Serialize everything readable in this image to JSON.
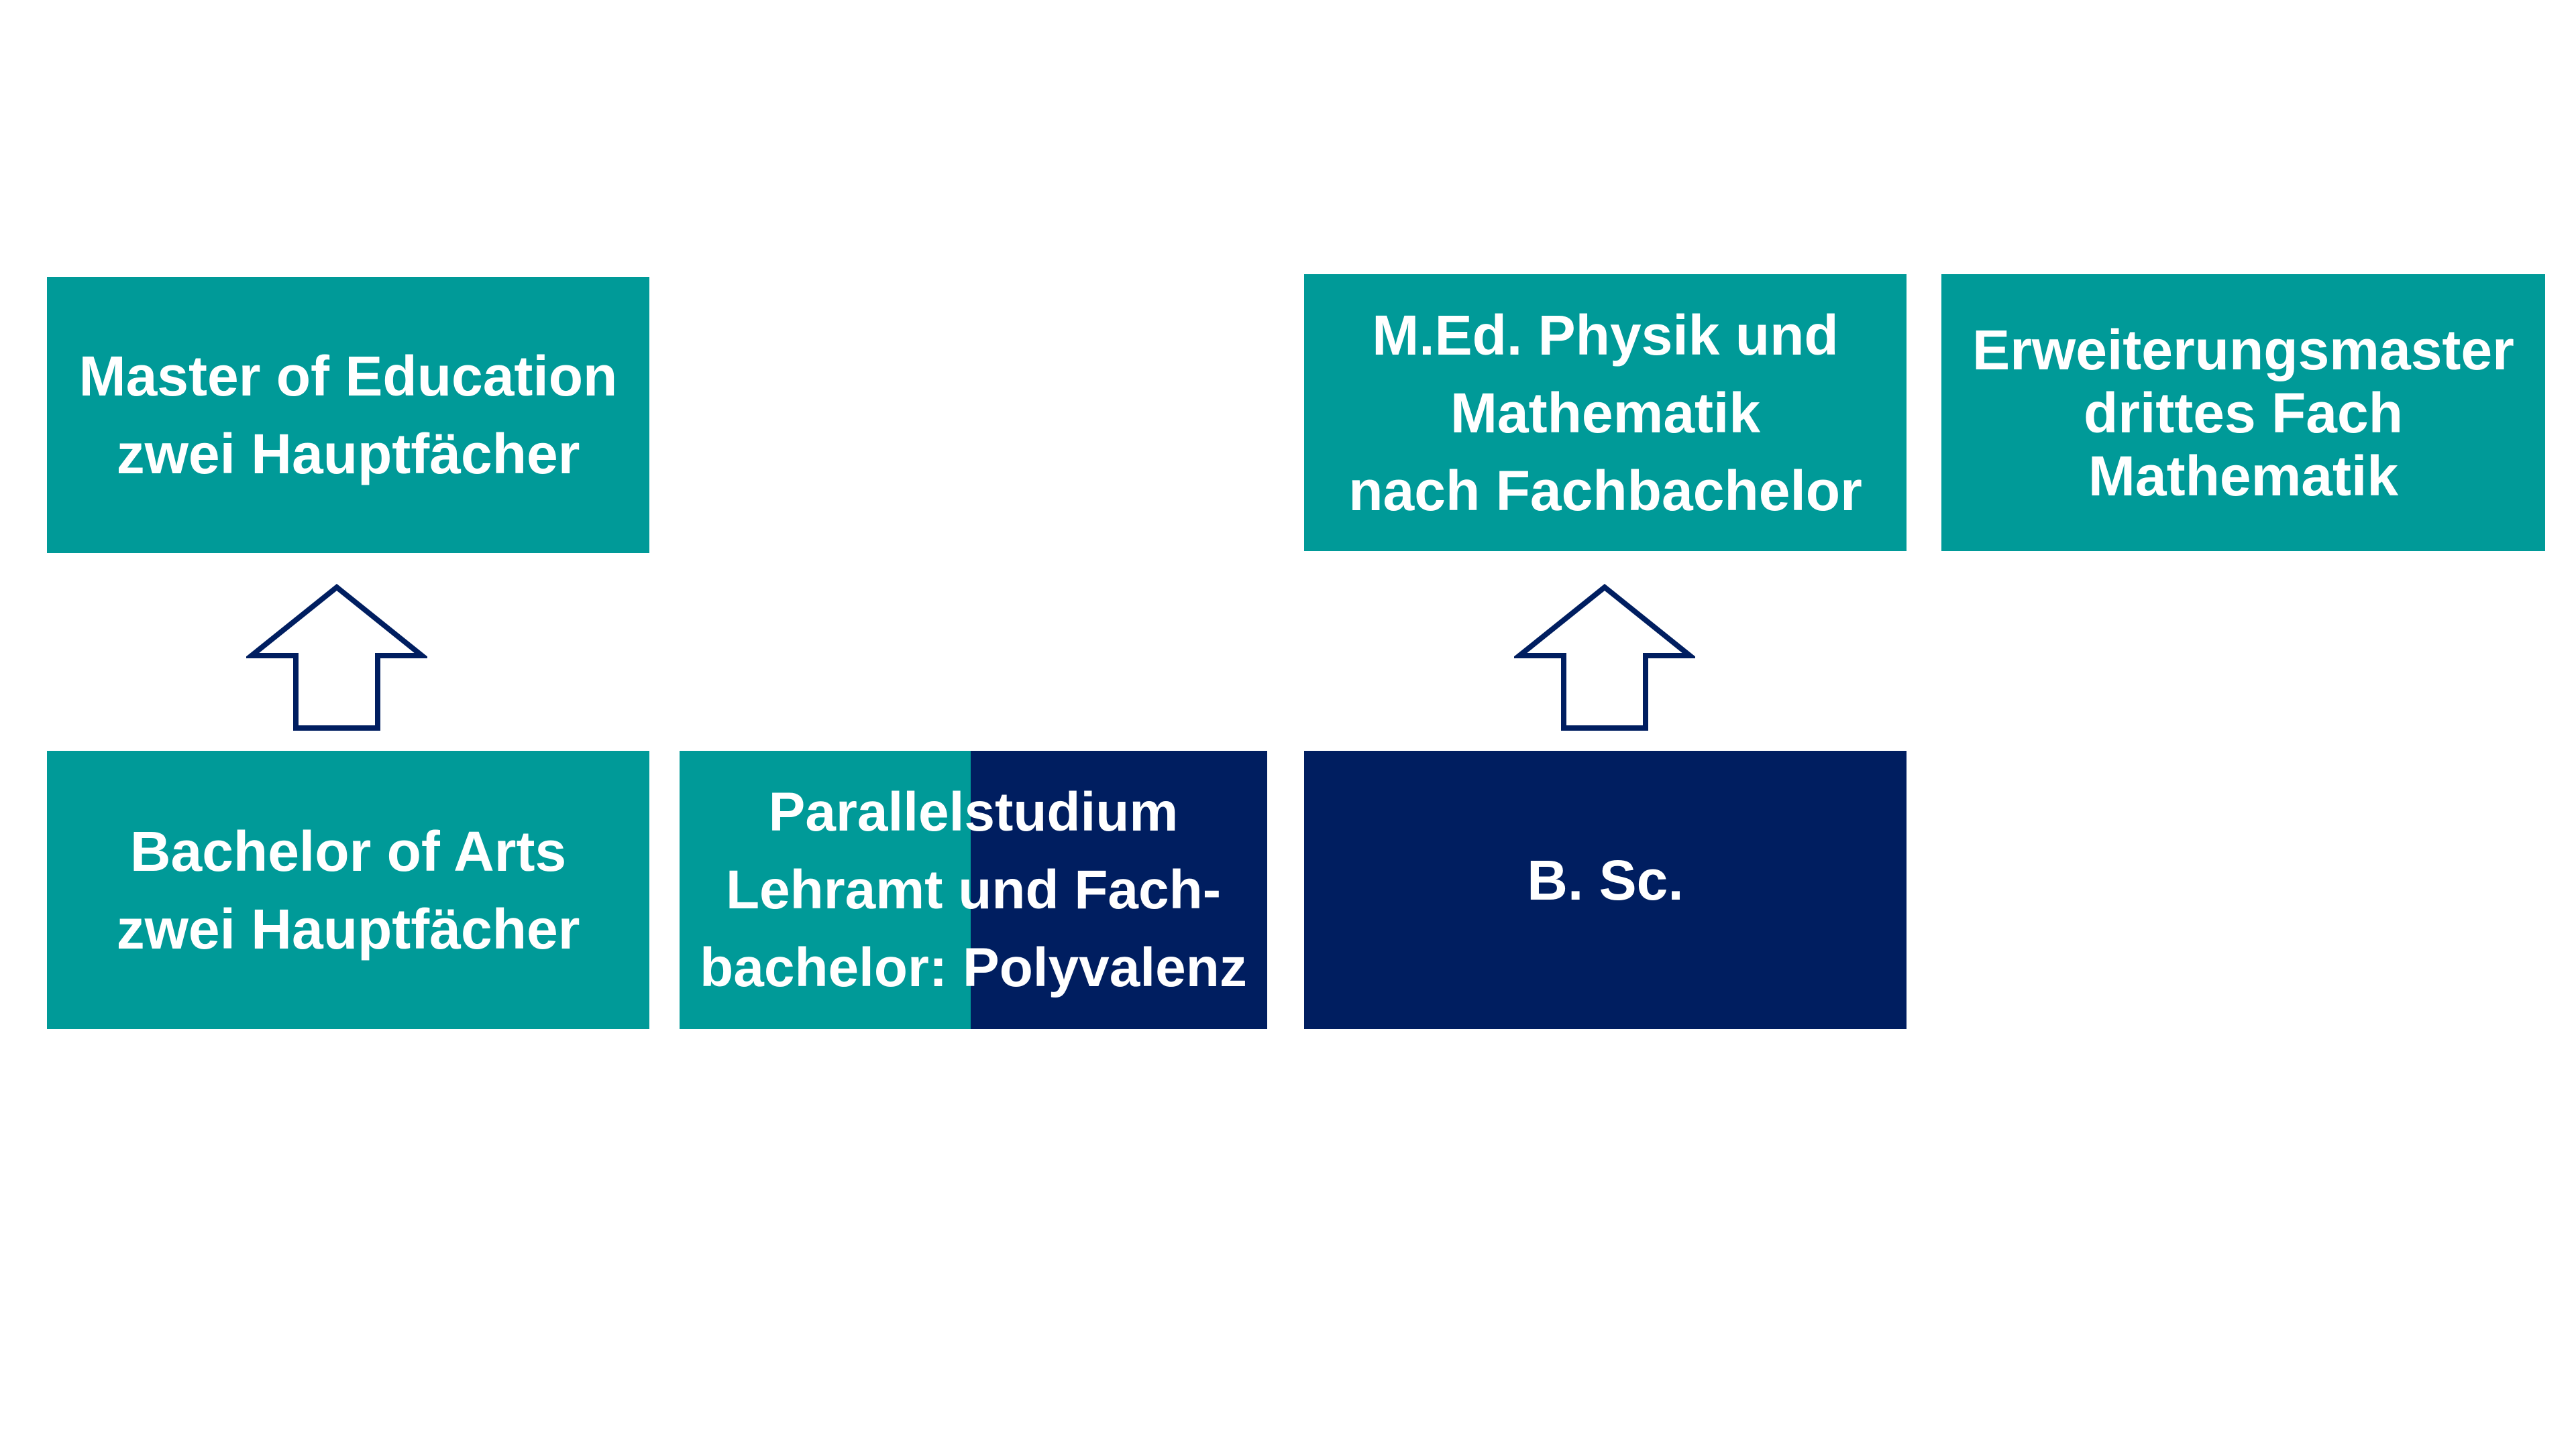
{
  "diagram": {
    "master_education": "Master of Education\nzwei Hauptfächer",
    "med_physik": "M.Ed. Physik und\nMathematik\nnach Fachbachelor",
    "erweiterungsmaster": "Erweiterungsmaster\ndrittes Fach\nMathematik",
    "bachelor_arts": "Bachelor of Arts\nzwei Hauptfächer",
    "parallelstudium": "Parallelstudium\nLehramt und Fach-\nbachelor: Polyvalenz",
    "bsc": "B. Sc."
  },
  "colors": {
    "teal": "#009a98",
    "navy": "#001e60",
    "arrow_outline": "#001e60"
  },
  "icons": {
    "arrow_left": "arrow-up-outline-icon",
    "arrow_right": "arrow-up-outline-icon"
  }
}
